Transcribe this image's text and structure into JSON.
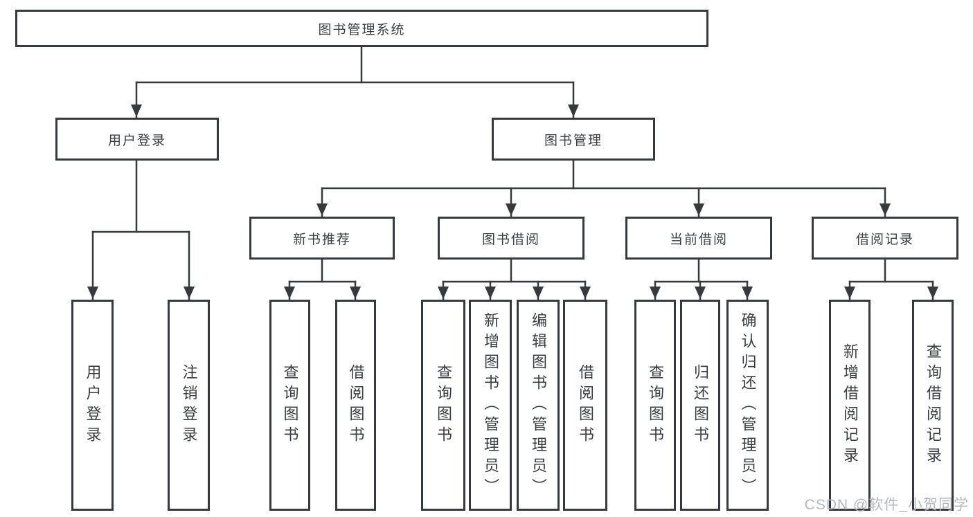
{
  "colors": {
    "line": "#36393d",
    "box_border": "#36393d",
    "text": "#3a3d41",
    "background": "#ffffff",
    "watermark": "#b3b8bc"
  },
  "watermark": {
    "text": "CSDN @软件_小贺同学"
  },
  "tree": {
    "root": {
      "label": "图书管理系统"
    },
    "branches": [
      {
        "label": "用户登录",
        "children": [
          {
            "label": "用户登录"
          },
          {
            "label": "注销登录"
          }
        ]
      },
      {
        "label": "图书管理",
        "children": [
          {
            "label": "新书推荐",
            "children": [
              {
                "label": "查询图书"
              },
              {
                "label": "借阅图书"
              }
            ]
          },
          {
            "label": "图书借阅",
            "children": [
              {
                "label": "查询图书"
              },
              {
                "label": "新增图书（管理员）"
              },
              {
                "label": "编辑图书（管理员）"
              },
              {
                "label": "借阅图书"
              }
            ]
          },
          {
            "label": "当前借阅",
            "children": [
              {
                "label": "查询图书"
              },
              {
                "label": "归还图书"
              },
              {
                "label": "确认归还（管理员）"
              }
            ]
          },
          {
            "label": "借阅记录",
            "children": [
              {
                "label": "新增借阅记录"
              },
              {
                "label": "查询借阅记录"
              }
            ]
          }
        ]
      }
    ]
  }
}
